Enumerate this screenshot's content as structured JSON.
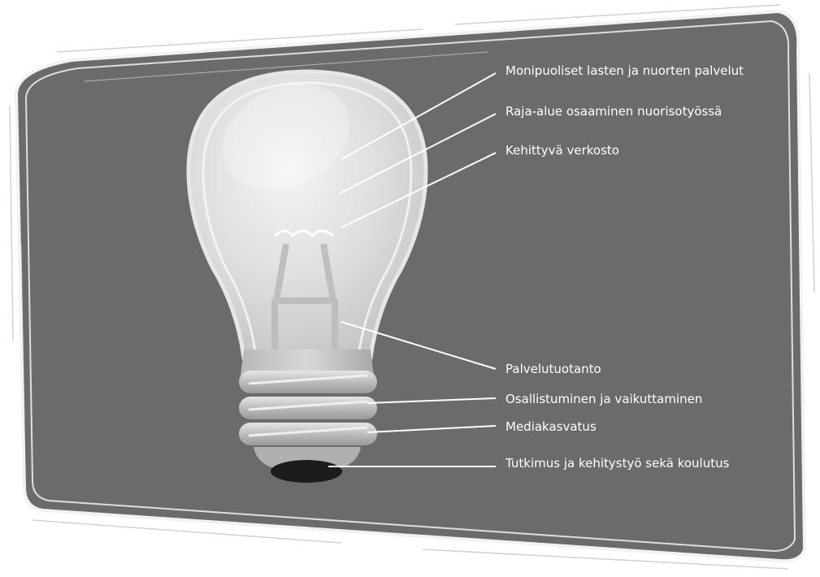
{
  "colors": {
    "panel": "#6b6b6b",
    "panel_edge": "#5a5a5a",
    "border": "#f2f2f2",
    "text": "#ffffff",
    "leader": "#ffffff"
  },
  "icon": "light-bulb-icon",
  "labels": {
    "l1": "Monipuoliset lasten ja nuorten palvelut",
    "l2": "Raja-alue osaaminen nuorisotyössä",
    "l3": "Kehittyvä verkosto",
    "l4": "Palvelutuotanto",
    "l5": "Osallistuminen ja vaikuttaminen",
    "l6": "Mediakasvatus",
    "l7": "Tutkimus ja kehitystyö sekä koulutus"
  }
}
